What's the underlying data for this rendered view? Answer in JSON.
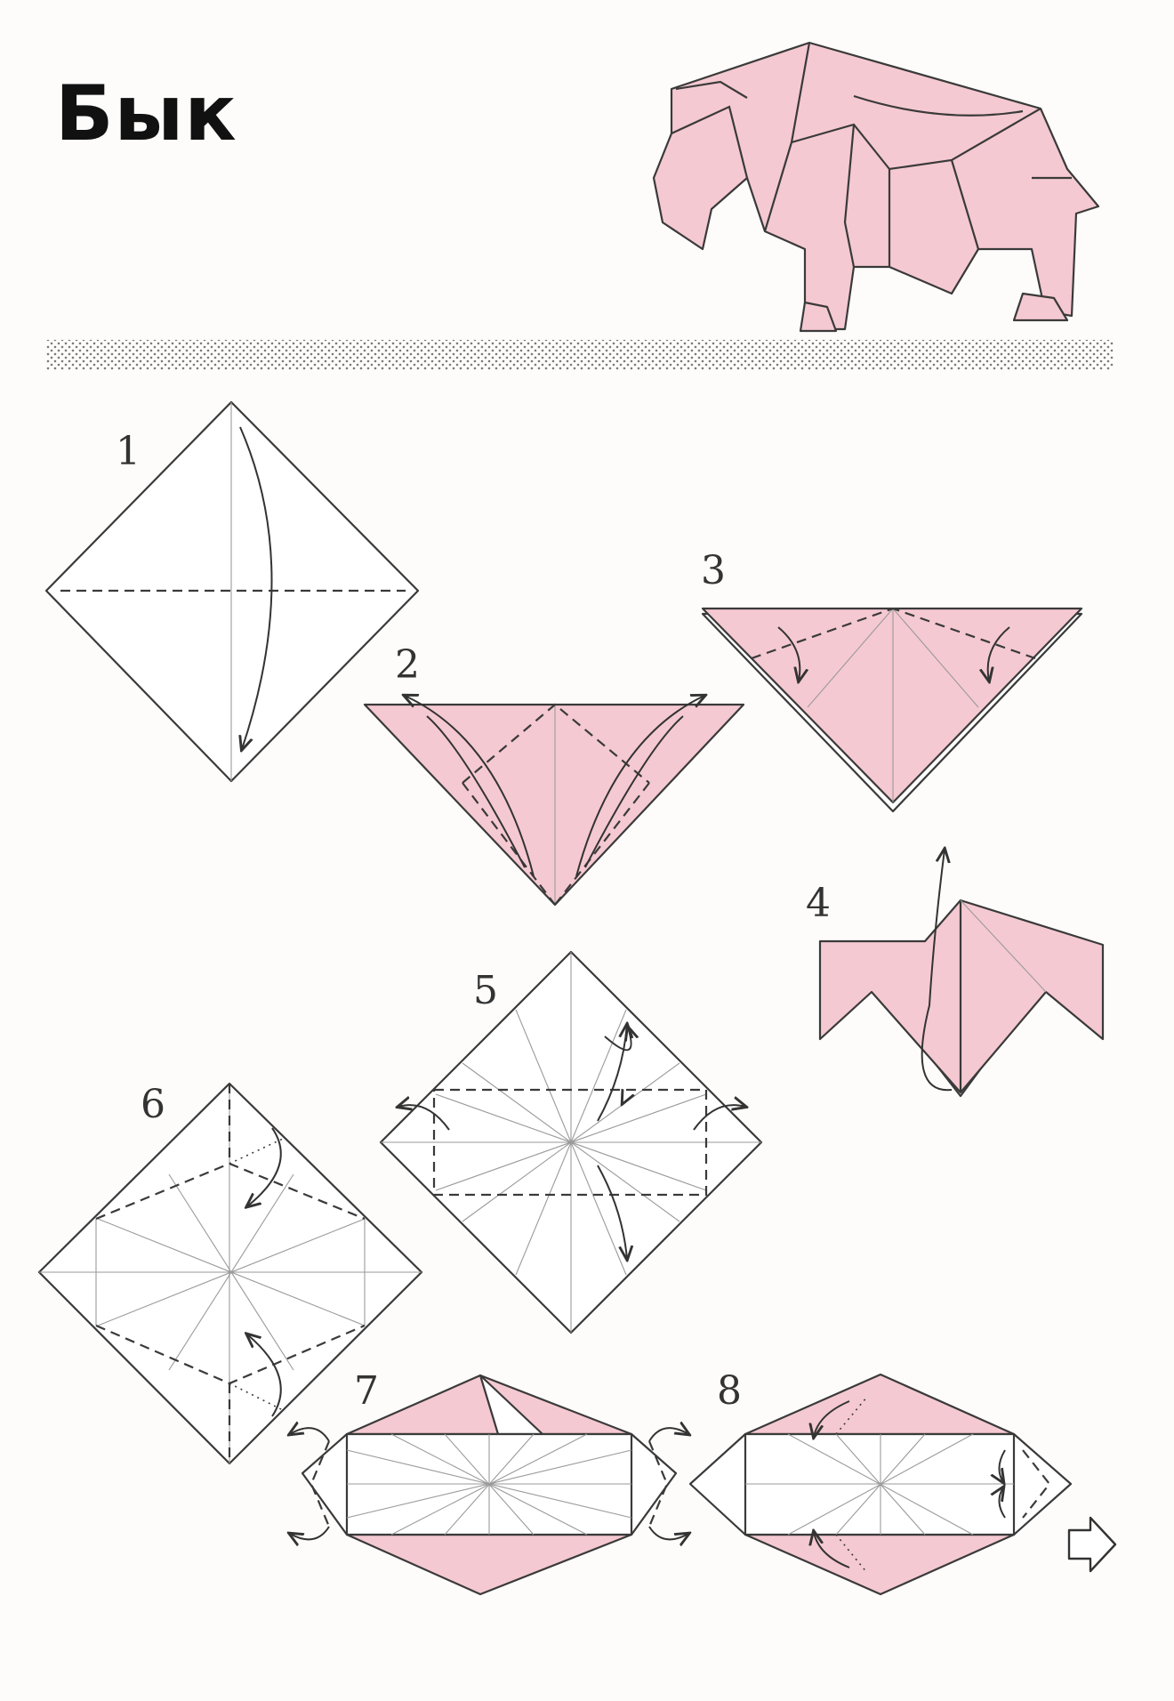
{
  "title": "Бык",
  "steps": [
    "1",
    "2",
    "3",
    "4",
    "5",
    "6",
    "7",
    "8"
  ],
  "colors": {
    "paper_color": "#f5c9d2",
    "line_color": "#3a3a3a",
    "ground_color": "#e2e2e2"
  },
  "icons": {
    "next_page": "outline-arrow-right-icon",
    "bull_figure": "origami-bull-illustration"
  }
}
